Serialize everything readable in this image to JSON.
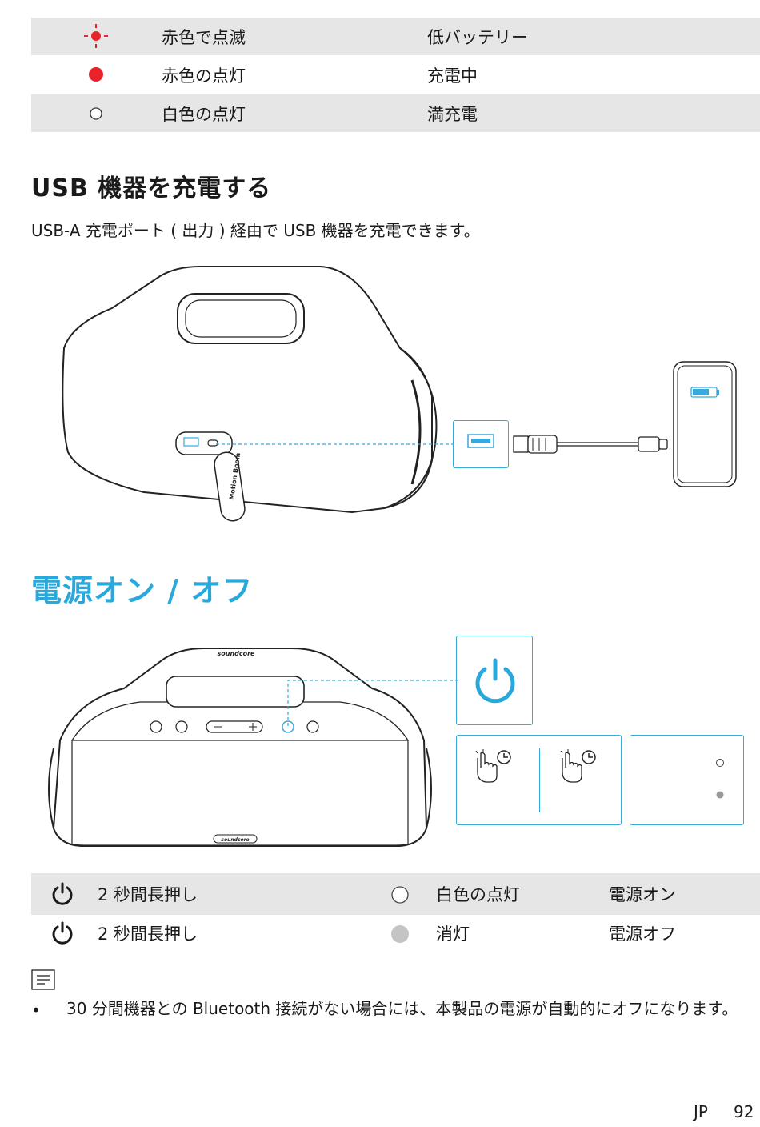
{
  "led_table": [
    {
      "icon": "red-blink-icon",
      "color": "#e8232a",
      "state": "赤色で点滅",
      "meaning": "低バッテリー"
    },
    {
      "icon": "red-dot-icon",
      "color": "#e8232a",
      "state": "赤色の点灯",
      "meaning": "充電中"
    },
    {
      "icon": "white-dot-icon",
      "color": "#ffffff",
      "state": "白色の点灯",
      "meaning": "満充電"
    }
  ],
  "usb_section": {
    "heading": "USB 機器を充電する",
    "description": "USB-A 充電ポート ( 出力 ) 経由で USB 機器を充電できます。",
    "device_label": "Motion Boom"
  },
  "power_section": {
    "heading": "電源オン / オフ",
    "brand_label": "soundcore",
    "accent_color": "#29a8dc"
  },
  "power_table": [
    {
      "action": "2 秒間長押し",
      "led": "白色の点灯",
      "result": "電源オン",
      "led_color": "#ffffff"
    },
    {
      "action": "2 秒間長押し",
      "led": "消灯",
      "result": "電源オフ",
      "led_color": "#c4c4c4"
    }
  ],
  "note": {
    "bullet": "30 分間機器との Bluetooth 接続がない場合には、本製品の電源が自動的にオフになります。"
  },
  "footer": {
    "lang": "JP",
    "page": "92"
  }
}
